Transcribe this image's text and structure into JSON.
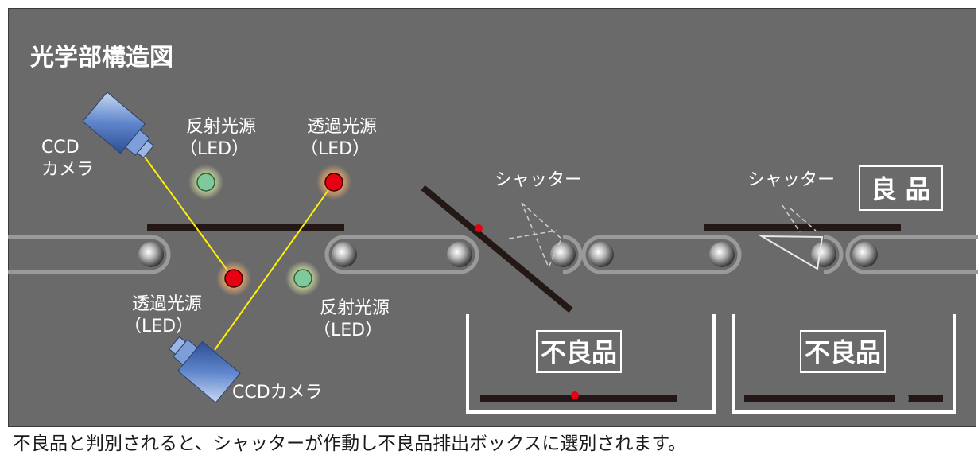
{
  "title": "光学部構造図",
  "labels": {
    "reflective_top": [
      "反射光源",
      "（LED）"
    ],
    "transmissive_top": [
      "透過光源",
      "（LED）"
    ],
    "camera_top": [
      "CCD",
      "カメラ"
    ],
    "transmissive_bottom": [
      "透過光源",
      "（LED）"
    ],
    "reflective_bottom": [
      "反射光源",
      "（LED）"
    ],
    "camera_bottom": "CCDカメラ",
    "shutter_1": "シャッター",
    "shutter_2": "シャッター",
    "good": "良 品",
    "reject_1": "不良品",
    "reject_2": "不良品"
  },
  "caption": "不良品と判別されると、シャッターが作動し不良品排出ボックスに選別されます。",
  "colors": {
    "background": "#6b6a6b",
    "belt": "#9a9a9a",
    "rail": "#231815",
    "beam": "#fff100",
    "red_led": "#e60012",
    "green_led": "#7fc99a",
    "camera": "#4d79c4"
  }
}
